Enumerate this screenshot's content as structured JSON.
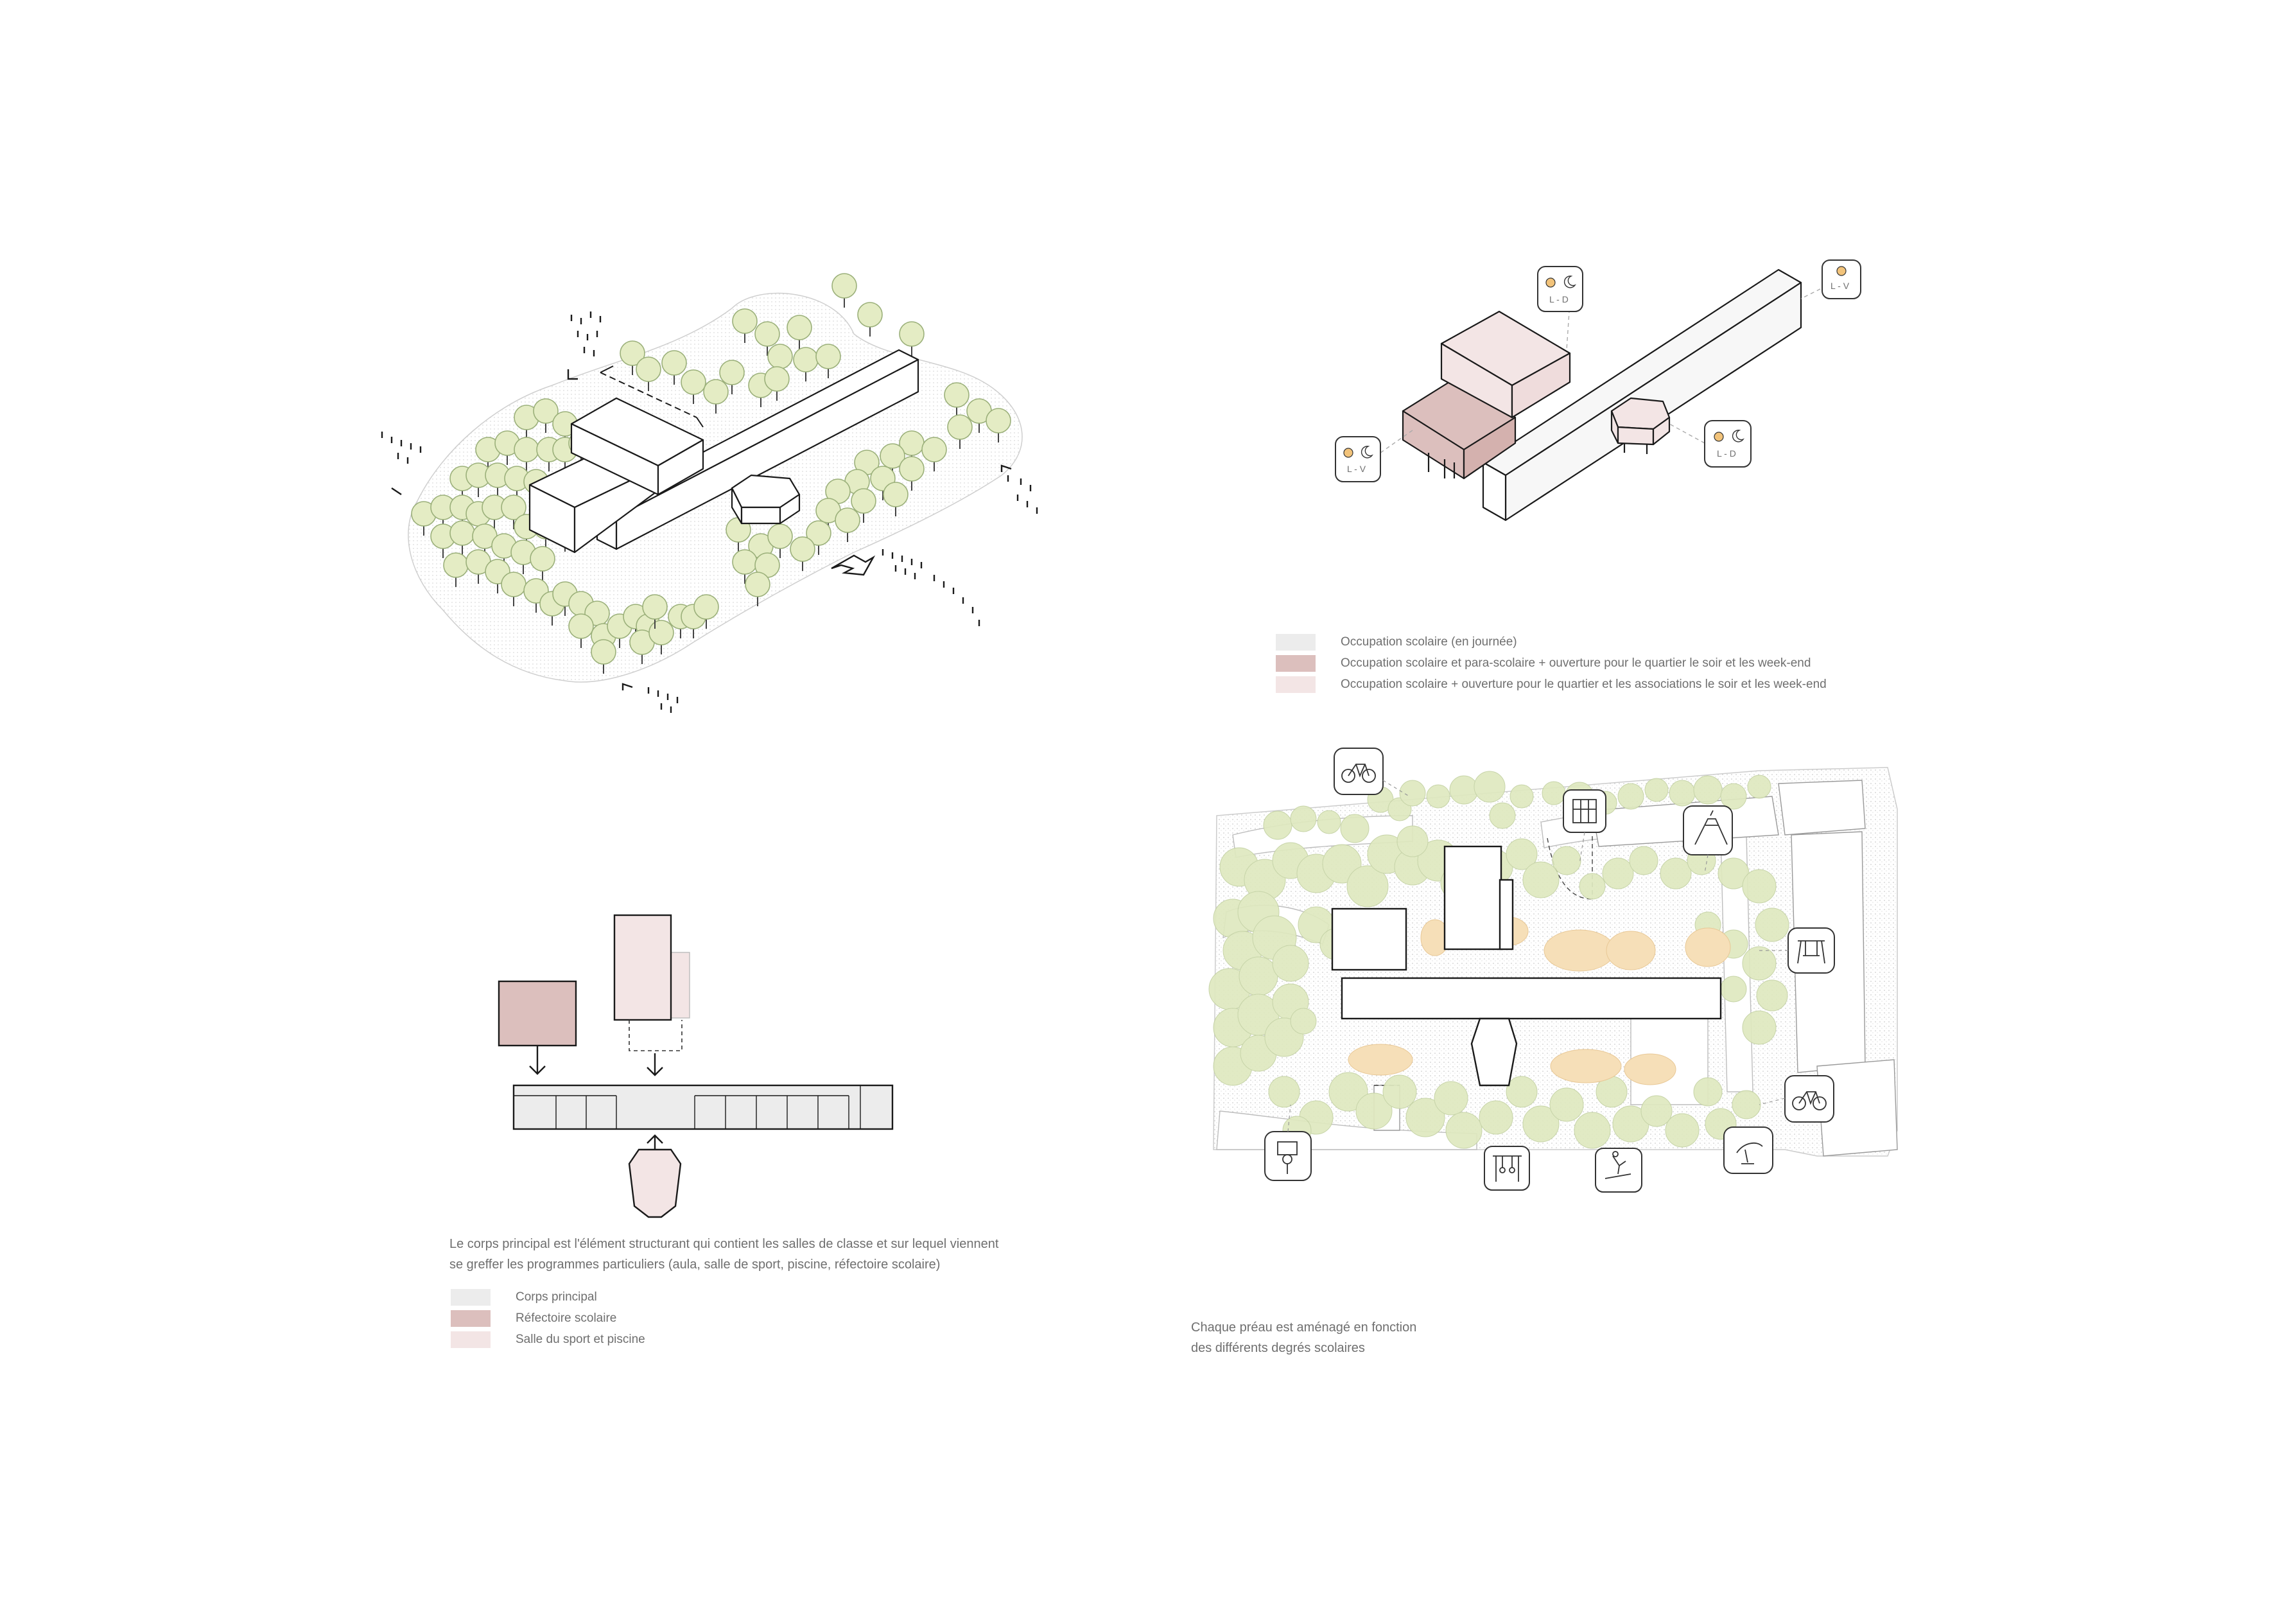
{
  "colors": {
    "corps": "#ececec",
    "refectoire": "#dcbfbd",
    "sport": "#f3e5e5",
    "tree": "#e4ecc4",
    "tree_stroke": "#9bb07a",
    "play": "#f6dfb8",
    "line": "#1a1a1a"
  },
  "occupation_legend": [
    {
      "label": "Occupation scolaire (en journée)",
      "color": "#ececec"
    },
    {
      "label": "Occupation scolaire et para-scolaire + ouverture pour le quartier le soir et les week-end",
      "color": "#dcbfbd"
    },
    {
      "label": "Occupation scolaire + ouverture pour le quartier et les associations le soir et les week-end",
      "color": "#f3e5e5"
    }
  ],
  "time_badges": [
    {
      "label": "L - D",
      "icons": "sun-moon"
    },
    {
      "label": "L - V",
      "icons": "sun"
    },
    {
      "label": "L - V",
      "icons": "sun-moon"
    },
    {
      "label": "L - D",
      "icons": "sun-moon"
    }
  ],
  "program_caption": {
    "line1": "Le corps principal est l'élément structurant qui contient les salles de classe et sur lequel viennent",
    "line2": "se greffer les programmes particuliers (aula, salle de sport, piscine, réfectoire scolaire)"
  },
  "program_legend": [
    {
      "label": "Corps principal",
      "color": "#ececec"
    },
    {
      "label": "Réfectoire scolaire",
      "color": "#dcbfbd"
    },
    {
      "label": "Salle du sport et piscine",
      "color": "#f3e5e5"
    }
  ],
  "preau_caption": {
    "line1": "Chaque préau est aménagé en fonction",
    "line2": "des différents degrés scolaires"
  },
  "plan_icons": [
    "bicycle-icon",
    "climbing-frame-icon",
    "slide-icon",
    "swing-icon",
    "bicycle-icon",
    "skate-icon",
    "basketball-icon",
    "rings-icon",
    "skateboard-icon"
  ]
}
